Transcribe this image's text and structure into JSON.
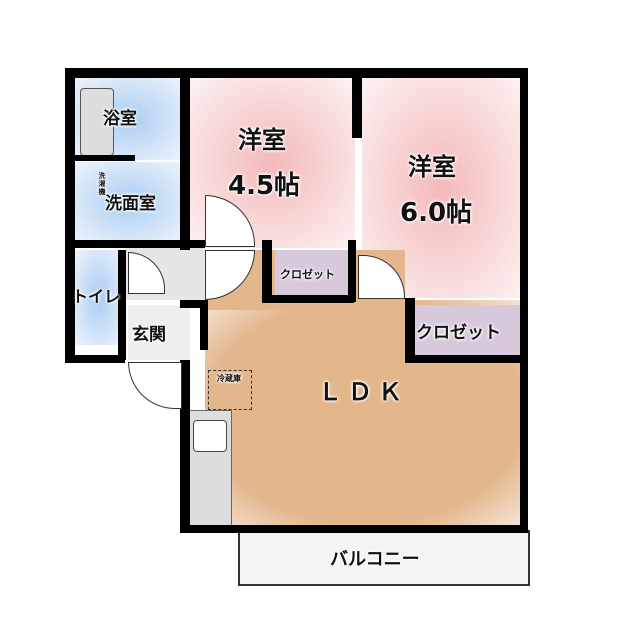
{
  "rooms": {
    "bath": "浴室",
    "washroom": "洗面室",
    "washer": "洗濯機",
    "toilet": "トイレ",
    "entrance": "玄関",
    "western1_name": "洋室",
    "western1_size": "4.5帖",
    "western2_name": "洋室",
    "western2_size": "6.0帖",
    "closet1": "クロゼット",
    "closet2": "クロゼット",
    "fridge": "冷蔵庫",
    "ldk": "ＬＤＫ",
    "balcony": "バルコニー"
  },
  "colors": {
    "ldk": "#e3b68c",
    "western": "#f6c9c9",
    "wet": "#b9d6f3",
    "closet": "#d8c8dc",
    "wall": "#000000"
  }
}
